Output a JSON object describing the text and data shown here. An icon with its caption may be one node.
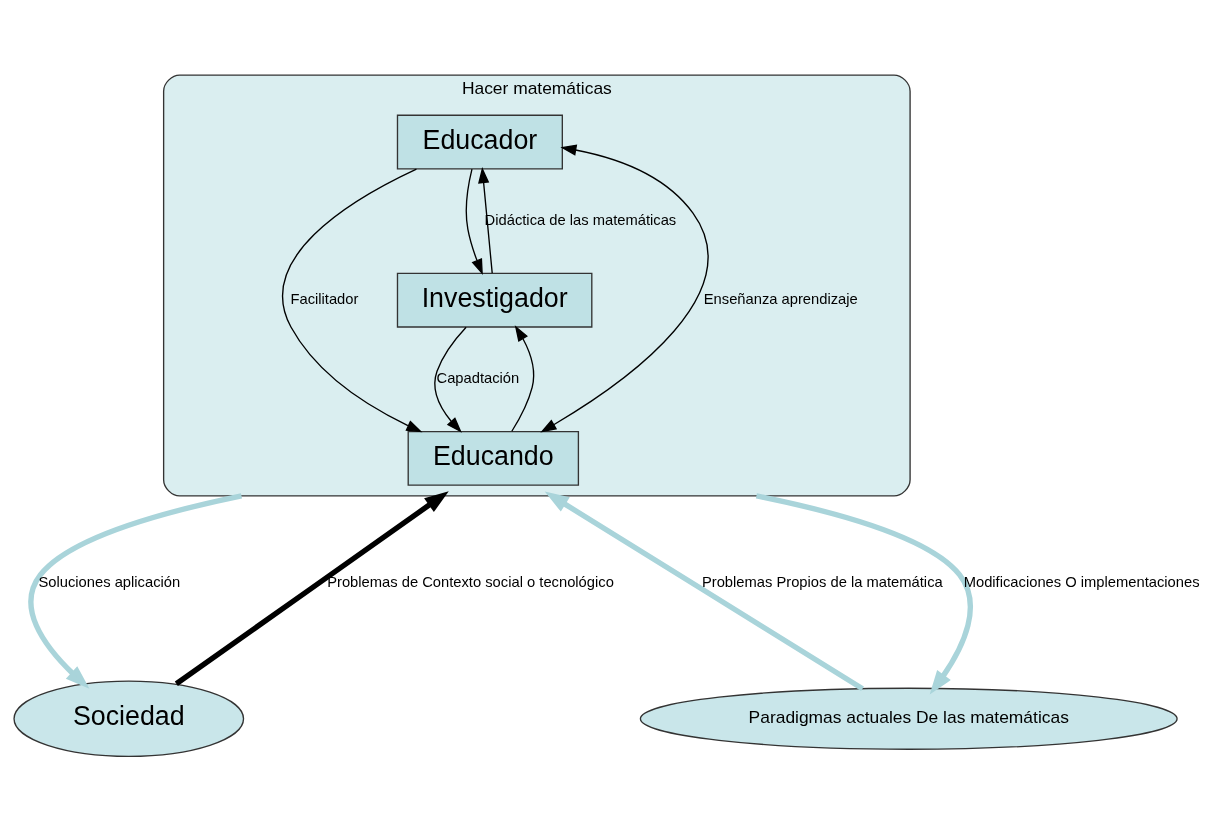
{
  "diagram": {
    "nodes": [
      {
        "text": [
          "Hacer matemáticas"
        ]
      },
      {
        "text": [
          "Educador"
        ],
        "in": 0
      },
      {
        "text": [
          "Investigador"
        ],
        "in": 0
      },
      {
        "text": [
          "Educando"
        ],
        "in": 0
      },
      {
        "text": [
          "Sociedad"
        ]
      },
      {
        "text": [
          "Paradigmas actuales De las matemáticas"
        ]
      }
    ],
    "edges": [
      {
        "from": 2,
        "to": 1,
        "arrow": "to",
        "label": "Didáctica de las matemáticas"
      },
      {
        "from": 1,
        "to": 2,
        "arrow": "to"
      },
      {
        "from": 1,
        "to": 3,
        "arrow": "to",
        "label": "Facilitador"
      },
      {
        "from": 1,
        "to": 3,
        "arrow": "both",
        "label": "Enseñanza aprendizaje"
      },
      {
        "from": 2,
        "to": 3,
        "arrow": "to",
        "label": "Capadtación"
      },
      {
        "from": 3,
        "to": 2,
        "arrow": "to"
      },
      {
        "from": 0,
        "to": 4,
        "arrow": "to",
        "label": "Soluciones aplicación",
        "style": "thick",
        "color": "#a9d4da"
      },
      {
        "from": 4,
        "to": 0,
        "arrow": "to",
        "label": "Problemas de Contexto social o tecnológico",
        "style": "thick",
        "color": "#000000"
      },
      {
        "from": 5,
        "to": 0,
        "arrow": "to",
        "label": "Problemas Propios de la matemática",
        "style": "thick",
        "color": "#a9d4da"
      },
      {
        "from": 0,
        "to": 5,
        "arrow": "to",
        "label": "Modificaciones O implementaciones",
        "style": "thick",
        "color": "#a9d4da"
      }
    ]
  }
}
